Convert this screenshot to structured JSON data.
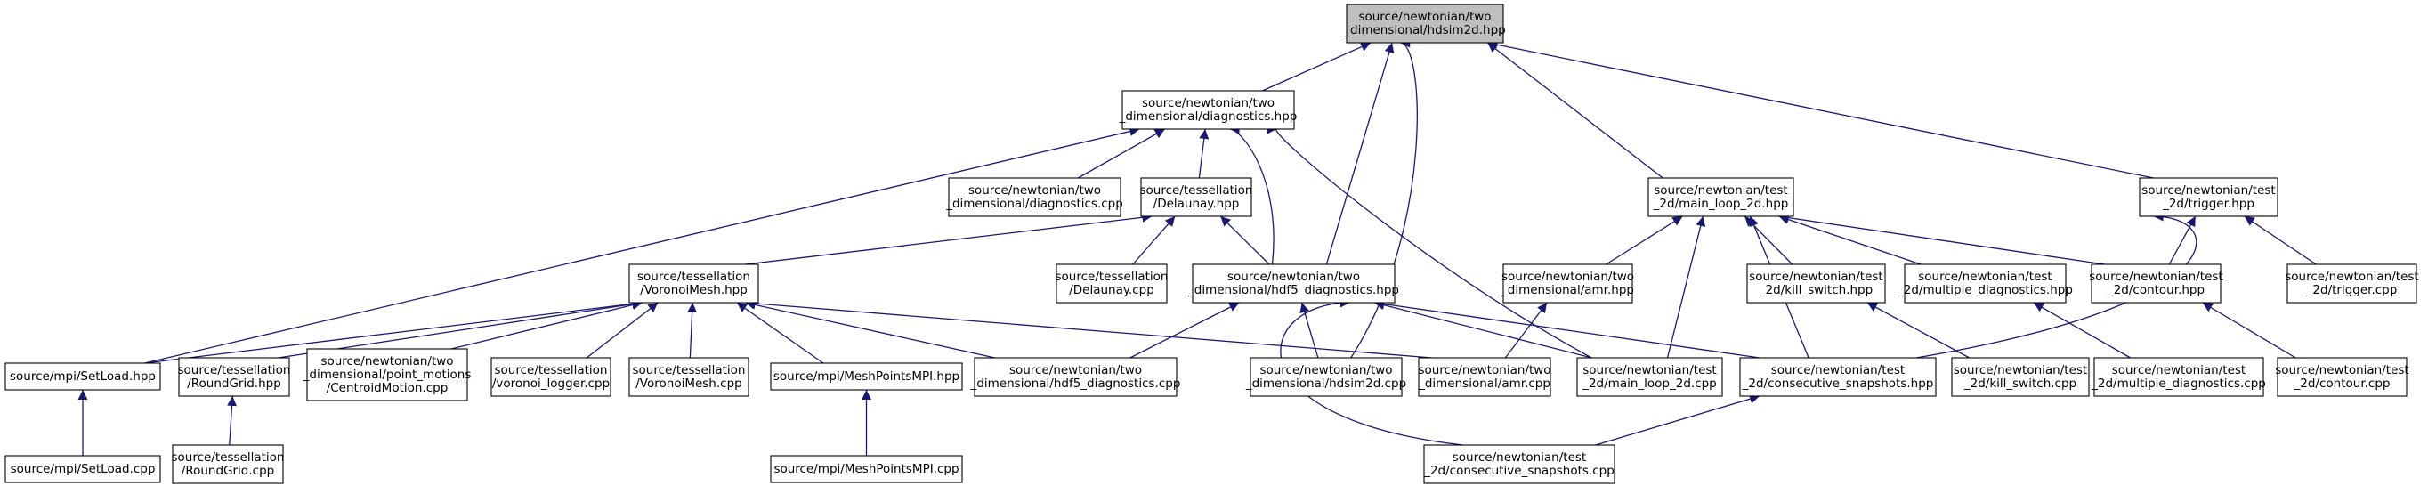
{
  "graph": {
    "edge_color": "#191970",
    "root_fill": "#bfbfbf",
    "nodes": [
      {
        "id": "hdsim2d_hpp",
        "lines": [
          "source/newtonian/two",
          "_dimensional/hdsim2d.hpp"
        ],
        "root": true
      },
      {
        "id": "diagnostics_hpp",
        "lines": [
          "source/newtonian/two",
          "_dimensional/diagnostics.hpp"
        ]
      },
      {
        "id": "main_loop_2d_hpp",
        "lines": [
          "source/newtonian/test",
          "_2d/main_loop_2d.hpp"
        ]
      },
      {
        "id": "trigger_hpp",
        "lines": [
          "source/newtonian/test",
          "_2d/trigger.hpp"
        ]
      },
      {
        "id": "diagnostics_cpp",
        "lines": [
          "source/newtonian/two",
          "_dimensional/diagnostics.cpp"
        ]
      },
      {
        "id": "delaunay_hpp",
        "lines": [
          "source/tessellation",
          "/Delaunay.hpp"
        ]
      },
      {
        "id": "voronoimesh_hpp",
        "lines": [
          "source/tessellation",
          "/VoronoiMesh.hpp"
        ]
      },
      {
        "id": "delaunay_cpp",
        "lines": [
          "source/tessellation",
          "/Delaunay.cpp"
        ]
      },
      {
        "id": "hdf5_diagnostics_hpp",
        "lines": [
          "source/newtonian/two",
          "_dimensional/hdf5_diagnostics.hpp"
        ]
      },
      {
        "id": "amr_hpp",
        "lines": [
          "source/newtonian/two",
          "_dimensional/amr.hpp"
        ]
      },
      {
        "id": "kill_switch_hpp",
        "lines": [
          "source/newtonian/test",
          "_2d/kill_switch.hpp"
        ]
      },
      {
        "id": "multiple_diagnostics_hpp",
        "lines": [
          "source/newtonian/test",
          "_2d/multiple_diagnostics.hpp"
        ]
      },
      {
        "id": "contour_hpp",
        "lines": [
          "source/newtonian/test",
          "_2d/contour.hpp"
        ]
      },
      {
        "id": "trigger_cpp",
        "lines": [
          "source/newtonian/test",
          "_2d/trigger.cpp"
        ]
      },
      {
        "id": "setload_hpp",
        "lines": [
          "source/mpi/SetLoad.hpp"
        ]
      },
      {
        "id": "roundgrid_hpp",
        "lines": [
          "source/tessellation",
          "/RoundGrid.hpp"
        ]
      },
      {
        "id": "centroidmotion_cpp",
        "lines": [
          "source/newtonian/two",
          "_dimensional/point_motions",
          "/CentroidMotion.cpp"
        ]
      },
      {
        "id": "voronoi_logger_cpp",
        "lines": [
          "source/tessellation",
          "/voronoi_logger.cpp"
        ]
      },
      {
        "id": "voronoimesh_cpp",
        "lines": [
          "source/tessellation",
          "/VoronoiMesh.cpp"
        ]
      },
      {
        "id": "meshpointsmpi_hpp",
        "lines": [
          "source/mpi/MeshPointsMPI.hpp"
        ]
      },
      {
        "id": "hdf5_diagnostics_cpp",
        "lines": [
          "source/newtonian/two",
          "_dimensional/hdf5_diagnostics.cpp"
        ]
      },
      {
        "id": "hdsim2d_cpp",
        "lines": [
          "source/newtonian/two",
          "_dimensional/hdsim2d.cpp"
        ]
      },
      {
        "id": "amr_cpp",
        "lines": [
          "source/newtonian/two",
          "_dimensional/amr.cpp"
        ]
      },
      {
        "id": "main_loop_2d_cpp",
        "lines": [
          "source/newtonian/test",
          "_2d/main_loop_2d.cpp"
        ]
      },
      {
        "id": "consecutive_snapshots_hpp",
        "lines": [
          "source/newtonian/test",
          "_2d/consecutive_snapshots.hpp"
        ]
      },
      {
        "id": "kill_switch_cpp",
        "lines": [
          "source/newtonian/test",
          "_2d/kill_switch.cpp"
        ]
      },
      {
        "id": "multiple_diagnostics_cpp",
        "lines": [
          "source/newtonian/test",
          "_2d/multiple_diagnostics.cpp"
        ]
      },
      {
        "id": "contour_cpp",
        "lines": [
          "source/newtonian/test",
          "_2d/contour.cpp"
        ]
      },
      {
        "id": "setload_cpp",
        "lines": [
          "source/mpi/SetLoad.cpp"
        ]
      },
      {
        "id": "roundgrid_cpp",
        "lines": [
          "source/tessellation",
          "/RoundGrid.cpp"
        ]
      },
      {
        "id": "meshpointsmpi_cpp",
        "lines": [
          "source/mpi/MeshPointsMPI.cpp"
        ]
      },
      {
        "id": "consecutive_snapshots_cpp",
        "lines": [
          "source/newtonian/test",
          "_2d/consecutive_snapshots.cpp"
        ]
      }
    ],
    "edges": [
      [
        "diagnostics_hpp",
        "hdsim2d_hpp"
      ],
      [
        "hdf5_diagnostics_hpp",
        "hdsim2d_hpp"
      ],
      [
        "hdsim2d_cpp",
        "hdsim2d_hpp"
      ],
      [
        "main_loop_2d_hpp",
        "hdsim2d_hpp"
      ],
      [
        "trigger_hpp",
        "hdsim2d_hpp"
      ],
      [
        "setload_hpp",
        "diagnostics_hpp"
      ],
      [
        "diagnostics_cpp",
        "diagnostics_hpp"
      ],
      [
        "delaunay_hpp",
        "diagnostics_hpp"
      ],
      [
        "hdf5_diagnostics_hpp",
        "diagnostics_hpp"
      ],
      [
        "main_loop_2d_cpp",
        "diagnostics_hpp"
      ],
      [
        "voronoimesh_hpp",
        "delaunay_hpp"
      ],
      [
        "delaunay_cpp",
        "delaunay_hpp"
      ],
      [
        "hdf5_diagnostics_hpp",
        "delaunay_hpp"
      ],
      [
        "setload_hpp",
        "voronoimesh_hpp"
      ],
      [
        "roundgrid_hpp",
        "voronoimesh_hpp"
      ],
      [
        "centroidmotion_cpp",
        "voronoimesh_hpp"
      ],
      [
        "voronoi_logger_cpp",
        "voronoimesh_hpp"
      ],
      [
        "voronoimesh_cpp",
        "voronoimesh_hpp"
      ],
      [
        "meshpointsmpi_hpp",
        "voronoimesh_hpp"
      ],
      [
        "hdf5_diagnostics_cpp",
        "voronoimesh_hpp"
      ],
      [
        "amr_cpp",
        "voronoimesh_hpp"
      ],
      [
        "hdf5_diagnostics_cpp",
        "hdf5_diagnostics_hpp"
      ],
      [
        "hdsim2d_cpp",
        "hdf5_diagnostics_hpp"
      ],
      [
        "main_loop_2d_cpp",
        "hdf5_diagnostics_hpp"
      ],
      [
        "consecutive_snapshots_hpp",
        "hdf5_diagnostics_hpp"
      ],
      [
        "consecutive_snapshots_cpp",
        "hdf5_diagnostics_hpp"
      ],
      [
        "amr_hpp",
        "main_loop_2d_hpp"
      ],
      [
        "main_loop_2d_cpp",
        "main_loop_2d_hpp"
      ],
      [
        "consecutive_snapshots_hpp",
        "main_loop_2d_hpp"
      ],
      [
        "kill_switch_hpp",
        "main_loop_2d_hpp"
      ],
      [
        "multiple_diagnostics_hpp",
        "main_loop_2d_hpp"
      ],
      [
        "contour_hpp",
        "main_loop_2d_hpp"
      ],
      [
        "amr_cpp",
        "amr_hpp"
      ],
      [
        "kill_switch_cpp",
        "kill_switch_hpp"
      ],
      [
        "multiple_diagnostics_cpp",
        "multiple_diagnostics_hpp"
      ],
      [
        "contour_cpp",
        "contour_hpp"
      ],
      [
        "contour_hpp",
        "trigger_hpp"
      ],
      [
        "trigger_cpp",
        "trigger_hpp"
      ],
      [
        "consecutive_snapshots_hpp",
        "trigger_hpp"
      ],
      [
        "consecutive_snapshots_cpp",
        "consecutive_snapshots_hpp"
      ],
      [
        "setload_cpp",
        "setload_hpp"
      ],
      [
        "roundgrid_cpp",
        "roundgrid_hpp"
      ],
      [
        "meshpointsmpi_cpp",
        "meshpointsmpi_hpp"
      ]
    ]
  }
}
